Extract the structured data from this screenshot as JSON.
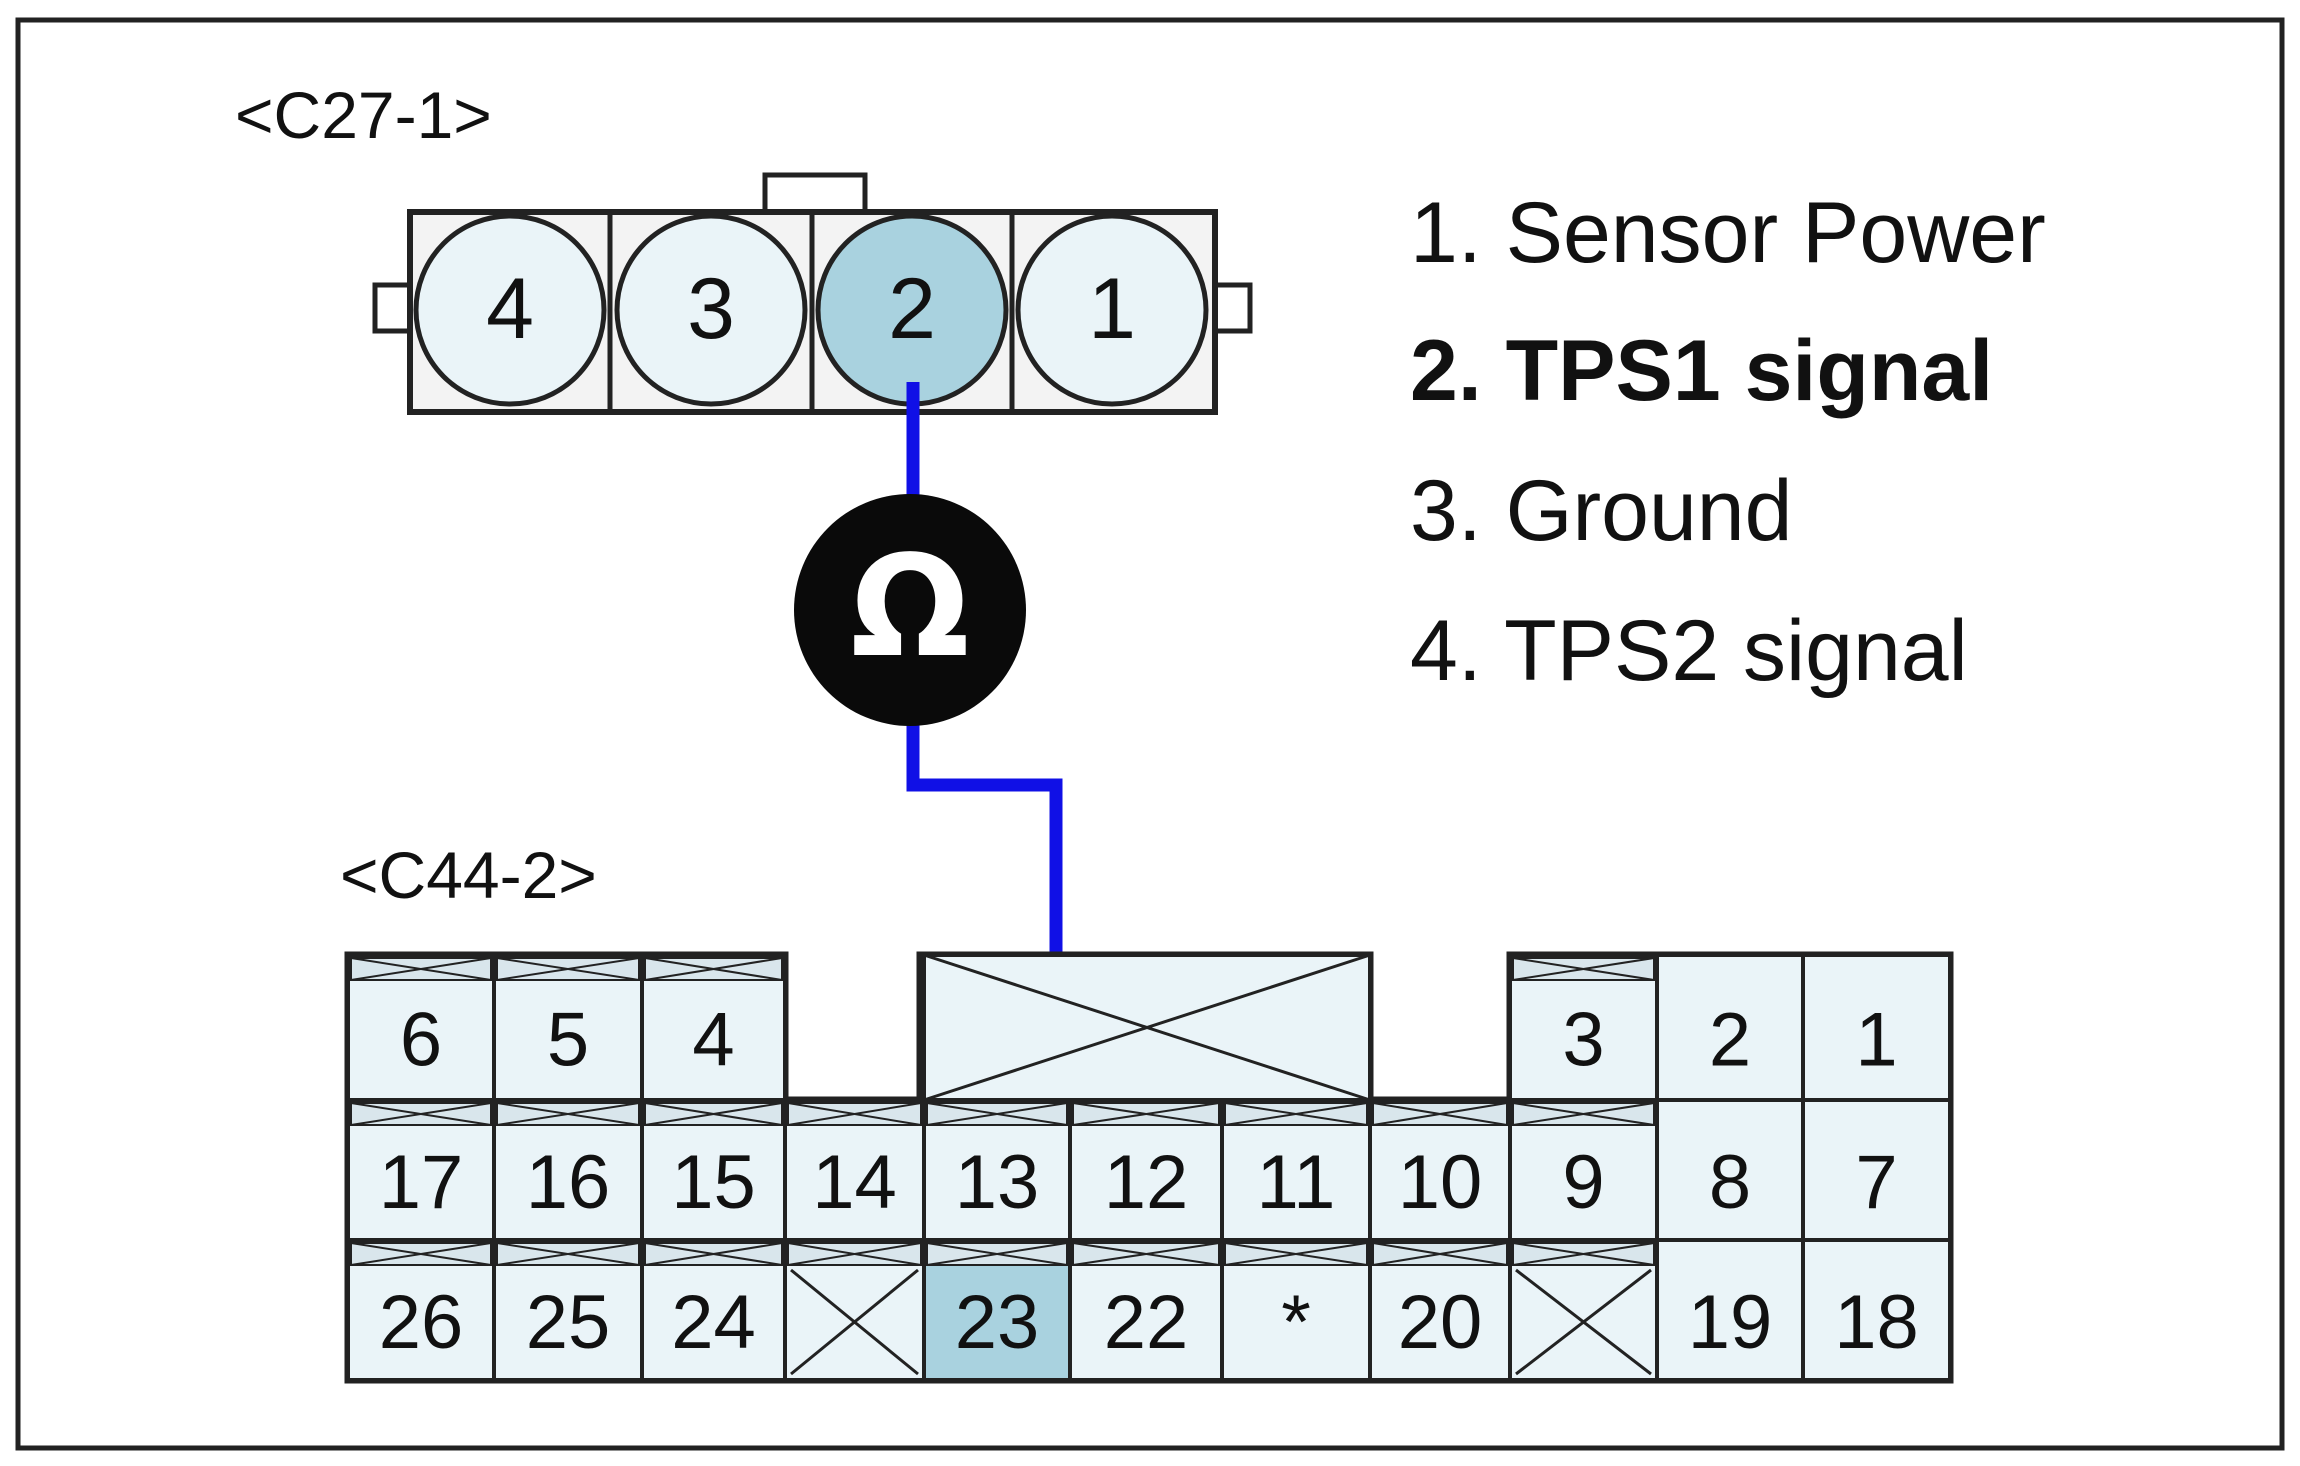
{
  "connector_top": {
    "label": "<C27-1>",
    "pins": [
      "4",
      "3",
      "2",
      "1"
    ],
    "highlighted": "2"
  },
  "connector_bottom": {
    "label": "<C44-2>",
    "row1": [
      "6",
      "5",
      "4",
      "3",
      "2",
      "1"
    ],
    "row2": [
      "17",
      "16",
      "15",
      "14",
      "13",
      "12",
      "11",
      "10",
      "9",
      "8",
      "7"
    ],
    "row3": [
      "26",
      "25",
      "24",
      "",
      "23",
      "22",
      "*",
      "20",
      "",
      "19",
      "18"
    ],
    "highlighted": "23"
  },
  "meter": {
    "symbol": "Ω",
    "icon": "ohmmeter-icon"
  },
  "legend": [
    {
      "text": "1. Sensor Power",
      "color": "#111111"
    },
    {
      "text": "2. TPS1 signal",
      "color": "#1e9628"
    },
    {
      "text": "3. Ground",
      "color": "#111111"
    },
    {
      "text": "4. TPS2 signal",
      "color": "#111111"
    }
  ],
  "colors": {
    "wire": "#1010e6",
    "pin_fill": "#eaf4f8",
    "pin_highlight": "#a9d2df",
    "outline": "#111111"
  }
}
